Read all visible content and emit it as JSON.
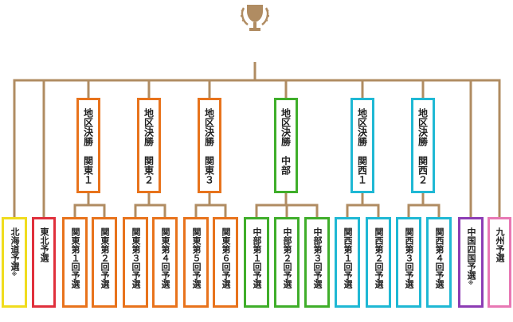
{
  "diagram": {
    "line_color": "#b08c62",
    "trophy_color": "#b08c62",
    "trophy_icon": "trophy-icon",
    "regions": [
      {
        "id": "kanto1",
        "label": "地区決勝　関東１",
        "color": "#e8731c"
      },
      {
        "id": "kanto2",
        "label": "地区決勝　関東２",
        "color": "#e8731c"
      },
      {
        "id": "kanto3",
        "label": "地区決勝　関東３",
        "color": "#e8731c"
      },
      {
        "id": "chubu",
        "label": "地区決勝　中部",
        "color": "#3fae2a"
      },
      {
        "id": "kansai1",
        "label": "地区決勝　関西１",
        "color": "#1fb8d4"
      },
      {
        "id": "kansai2",
        "label": "地区決勝　関西２",
        "color": "#1fb8d4"
      }
    ],
    "prelims": [
      {
        "id": "hokkaido",
        "label": "北海道予選",
        "note": "※",
        "color": "#f0dc1e"
      },
      {
        "id": "tohoku",
        "label": "東北予選",
        "note": "",
        "color": "#e0303c"
      },
      {
        "id": "kanto-1",
        "label": "関東第１回予選",
        "note": "",
        "color": "#e8731c"
      },
      {
        "id": "kanto-2",
        "label": "関東第２回予選",
        "note": "",
        "color": "#e8731c"
      },
      {
        "id": "kanto-3",
        "label": "関東第３回予選",
        "note": "",
        "color": "#e8731c"
      },
      {
        "id": "kanto-4",
        "label": "関東第４回予選",
        "note": "",
        "color": "#e8731c"
      },
      {
        "id": "kanto-5",
        "label": "関東第５回予選",
        "note": "",
        "color": "#e8731c"
      },
      {
        "id": "kanto-6",
        "label": "関東第６回予選",
        "note": "",
        "color": "#e8731c"
      },
      {
        "id": "chubu-1",
        "label": "中部第１回予選",
        "note": "",
        "color": "#3fae2a"
      },
      {
        "id": "chubu-2",
        "label": "中部第２回予選",
        "note": "",
        "color": "#3fae2a"
      },
      {
        "id": "chubu-3",
        "label": "中部第３回予選",
        "note": "",
        "color": "#3fae2a"
      },
      {
        "id": "kansai-1",
        "label": "関西第１回予選",
        "note": "",
        "color": "#1fb8d4"
      },
      {
        "id": "kansai-2",
        "label": "関西第２回予選",
        "note": "",
        "color": "#1fb8d4"
      },
      {
        "id": "kansai-3",
        "label": "関西第３回予選",
        "note": "",
        "color": "#1fb8d4"
      },
      {
        "id": "kansai-4",
        "label": "関西第４回予選",
        "note": "",
        "color": "#1fb8d4"
      },
      {
        "id": "chugoku",
        "label": "中国四国予選",
        "note": "※",
        "color": "#8c3cb4"
      },
      {
        "id": "kyushu",
        "label": "九州予選",
        "note": "",
        "color": "#e878b4"
      }
    ]
  }
}
